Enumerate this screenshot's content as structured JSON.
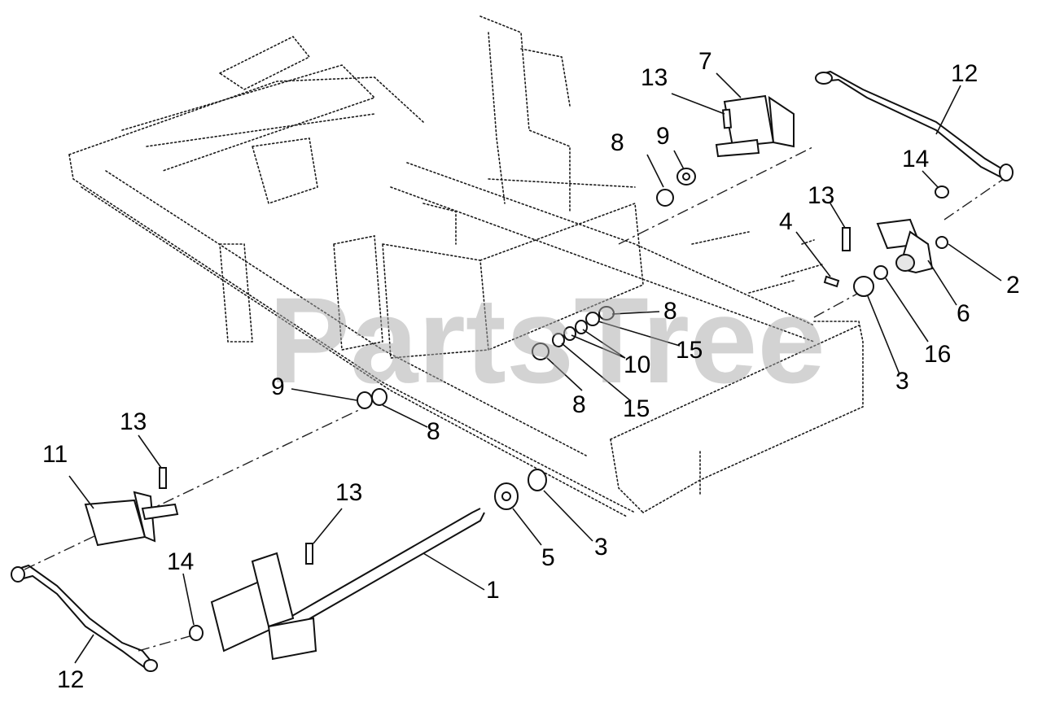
{
  "watermark": "PartsTree",
  "callouts": [
    {
      "id": "c13a",
      "text": "13"
    },
    {
      "id": "c7",
      "text": "7"
    },
    {
      "id": "c12a",
      "text": "12"
    },
    {
      "id": "c8a",
      "text": "8"
    },
    {
      "id": "c9a",
      "text": "9"
    },
    {
      "id": "c14a",
      "text": "14"
    },
    {
      "id": "c13b",
      "text": "13"
    },
    {
      "id": "c4",
      "text": "4"
    },
    {
      "id": "c2",
      "text": "2"
    },
    {
      "id": "c6",
      "text": "6"
    },
    {
      "id": "c8b",
      "text": "8"
    },
    {
      "id": "c15a",
      "text": "15"
    },
    {
      "id": "c16",
      "text": "16"
    },
    {
      "id": "c10",
      "text": "10"
    },
    {
      "id": "c3a",
      "text": "3"
    },
    {
      "id": "c9b",
      "text": "9"
    },
    {
      "id": "c8c",
      "text": "8"
    },
    {
      "id": "c15b",
      "text": "15"
    },
    {
      "id": "c8d",
      "text": "8"
    },
    {
      "id": "c13c",
      "text": "13"
    },
    {
      "id": "c11",
      "text": "11"
    },
    {
      "id": "c13d",
      "text": "13"
    },
    {
      "id": "c5",
      "text": "5"
    },
    {
      "id": "c3b",
      "text": "3"
    },
    {
      "id": "c1",
      "text": "1"
    },
    {
      "id": "c14b",
      "text": "14"
    },
    {
      "id": "c12b",
      "text": "12"
    }
  ]
}
